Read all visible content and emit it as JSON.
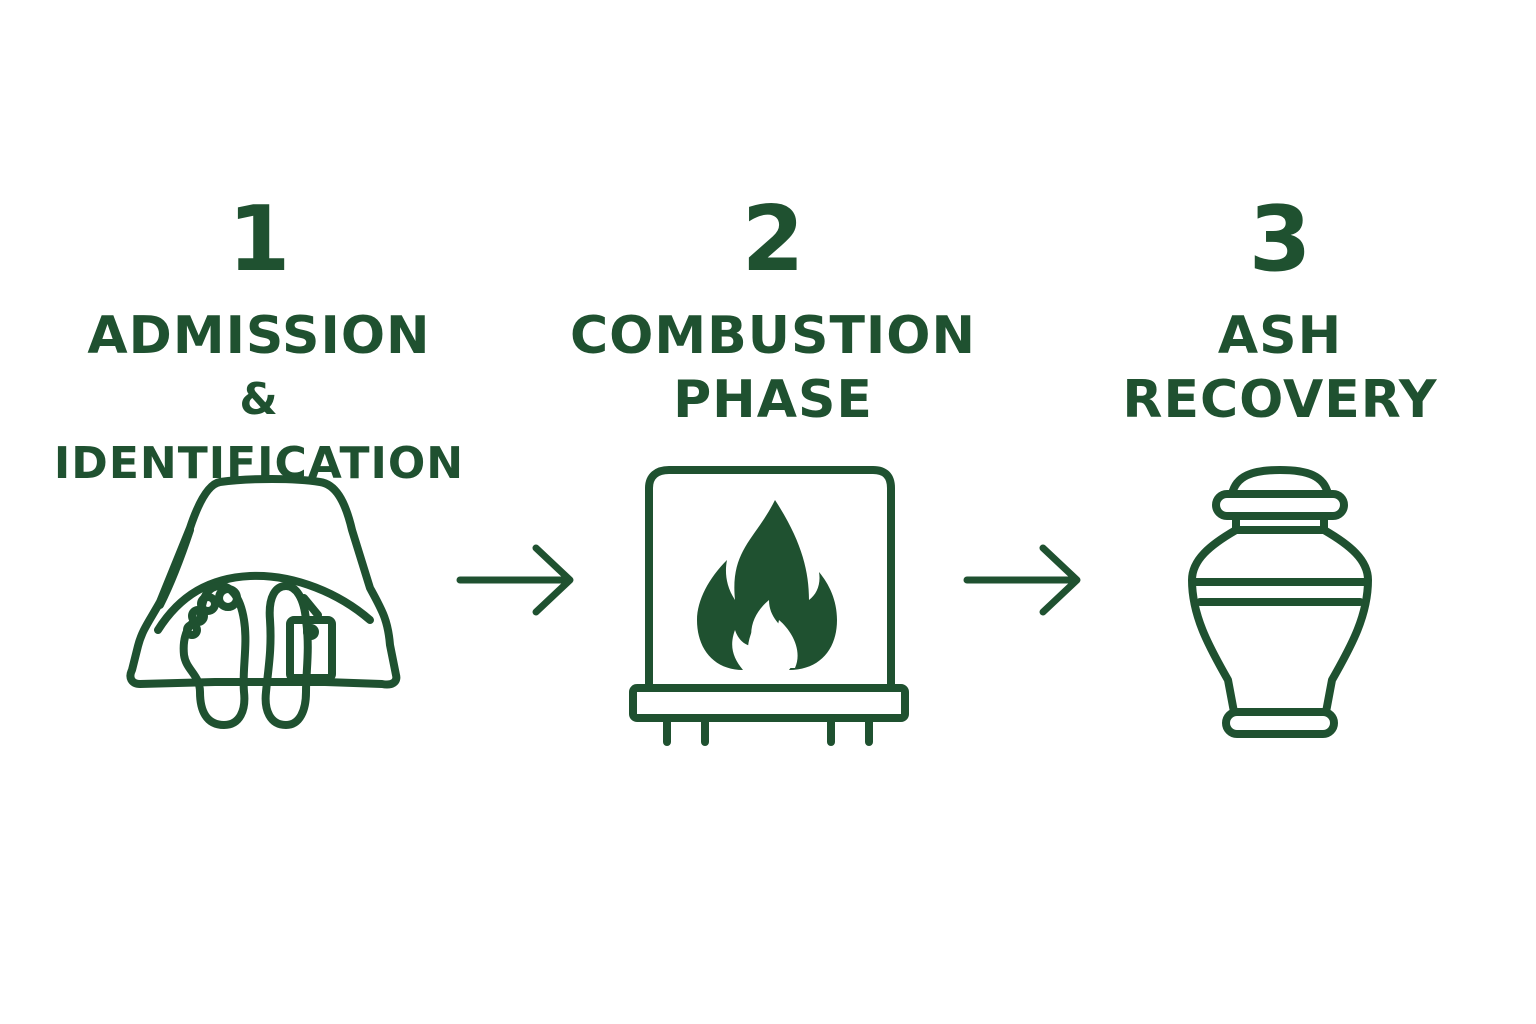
{
  "steps": [
    {
      "number": "1",
      "title_line1": "ADMISSION",
      "title_line2": "& IDENTIFICATION",
      "icon": "covered-body-toe-tag-icon"
    },
    {
      "number": "2",
      "title_line1": "COMBUSTION",
      "title_line2": "PHASE",
      "icon": "cremation-chamber-flame-icon"
    },
    {
      "number": "3",
      "title_line1": "ASH",
      "title_line2": "RECOVERY",
      "icon": "urn-icon"
    }
  ],
  "connectors": [
    "arrow-right-icon",
    "arrow-right-icon"
  ],
  "colors": {
    "primary": "#1f5130",
    "background": "#ffffff"
  }
}
